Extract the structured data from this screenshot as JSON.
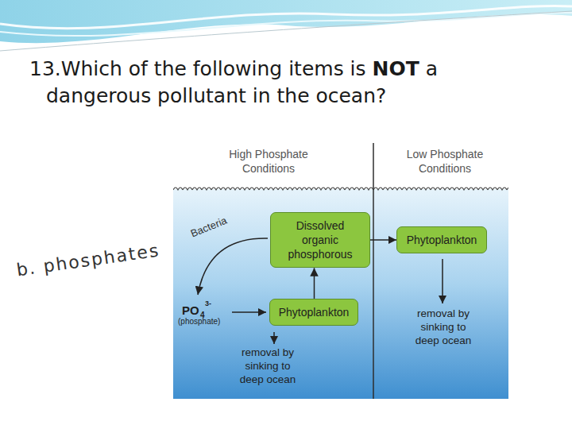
{
  "diagram": {
    "title": "13.Which of the following items is NOT a dangerous pollutant in the ocean?",
    "nodes": [
      {
        "text": [
          "Dissolved organic phosphorous"
        ]
      },
      {
        "text": [
          "Phytoplankton"
        ]
      },
      {
        "text": [
          "Phytoplankton"
        ]
      }
    ],
    "edges": [
      {
        "from": 0,
        "to": 1,
        "arrow": "to"
      },
      {
        "from": 2,
        "to": 0,
        "arrow": "to"
      }
    ],
    "labels": [
      "b. phosphates",
      "High Phosphate Conditions",
      "Low Phosphate Conditions",
      "Bacteria",
      "PO",
      "4",
      "3-",
      "(phosphate)",
      "removal by sinking to deep ocean",
      "removal by sinking to deep ocean"
    ]
  }
}
